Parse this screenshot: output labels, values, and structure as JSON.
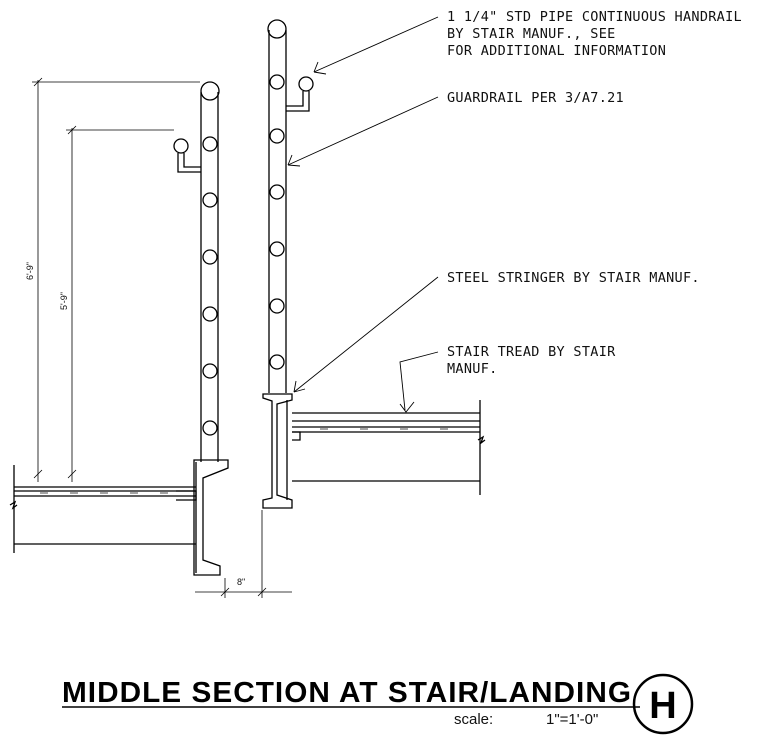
{
  "notes": {
    "handrail": [
      "1 1/4\" STD PIPE CONTINUOUS HANDRAIL",
      "BY STAIR MANUF., SEE",
      "FOR ADDITIONAL INFORMATION"
    ],
    "guardrail": "GUARDRAIL PER 3/A7.21",
    "stringer": "STEEL STRINGER BY STAIR MANUF.",
    "tread": [
      "STAIR TREAD BY STAIR",
      "MANUF."
    ]
  },
  "dimensions": {
    "guardrail_height": "6'-9\"",
    "handrail_height": "5'-9\"",
    "gap": "8\""
  },
  "title": {
    "text": "MIDDLE SECTION AT STAIR/LANDING",
    "scale_label": "scale:",
    "scale_value": "1\"=1'-0\"",
    "detail_letter": "H"
  }
}
